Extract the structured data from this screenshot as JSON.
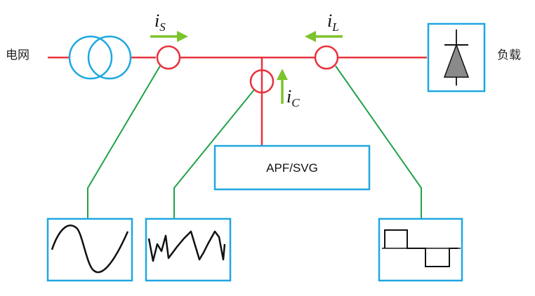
{
  "labels": {
    "grid": "电网",
    "load": "负载",
    "apf_box": "APF/SVG",
    "current_source": {
      "main": "i",
      "sub": "S"
    },
    "current_load": {
      "main": "i",
      "sub": "L"
    },
    "current_comp": {
      "main": "i",
      "sub": "C"
    }
  },
  "colors": {
    "power_line": "#e8323c",
    "transformer": "#1ea7e1",
    "box_border": "#1ea7e1",
    "signal_wire": "#1fa24a",
    "arrow": "#7cc42b",
    "waveform": "#111111"
  },
  "icons": {
    "transformer": "transformer-icon",
    "load": "diode-icon",
    "current_sensor": "ct-ring-icon",
    "arrow": "arrow-icon"
  }
}
